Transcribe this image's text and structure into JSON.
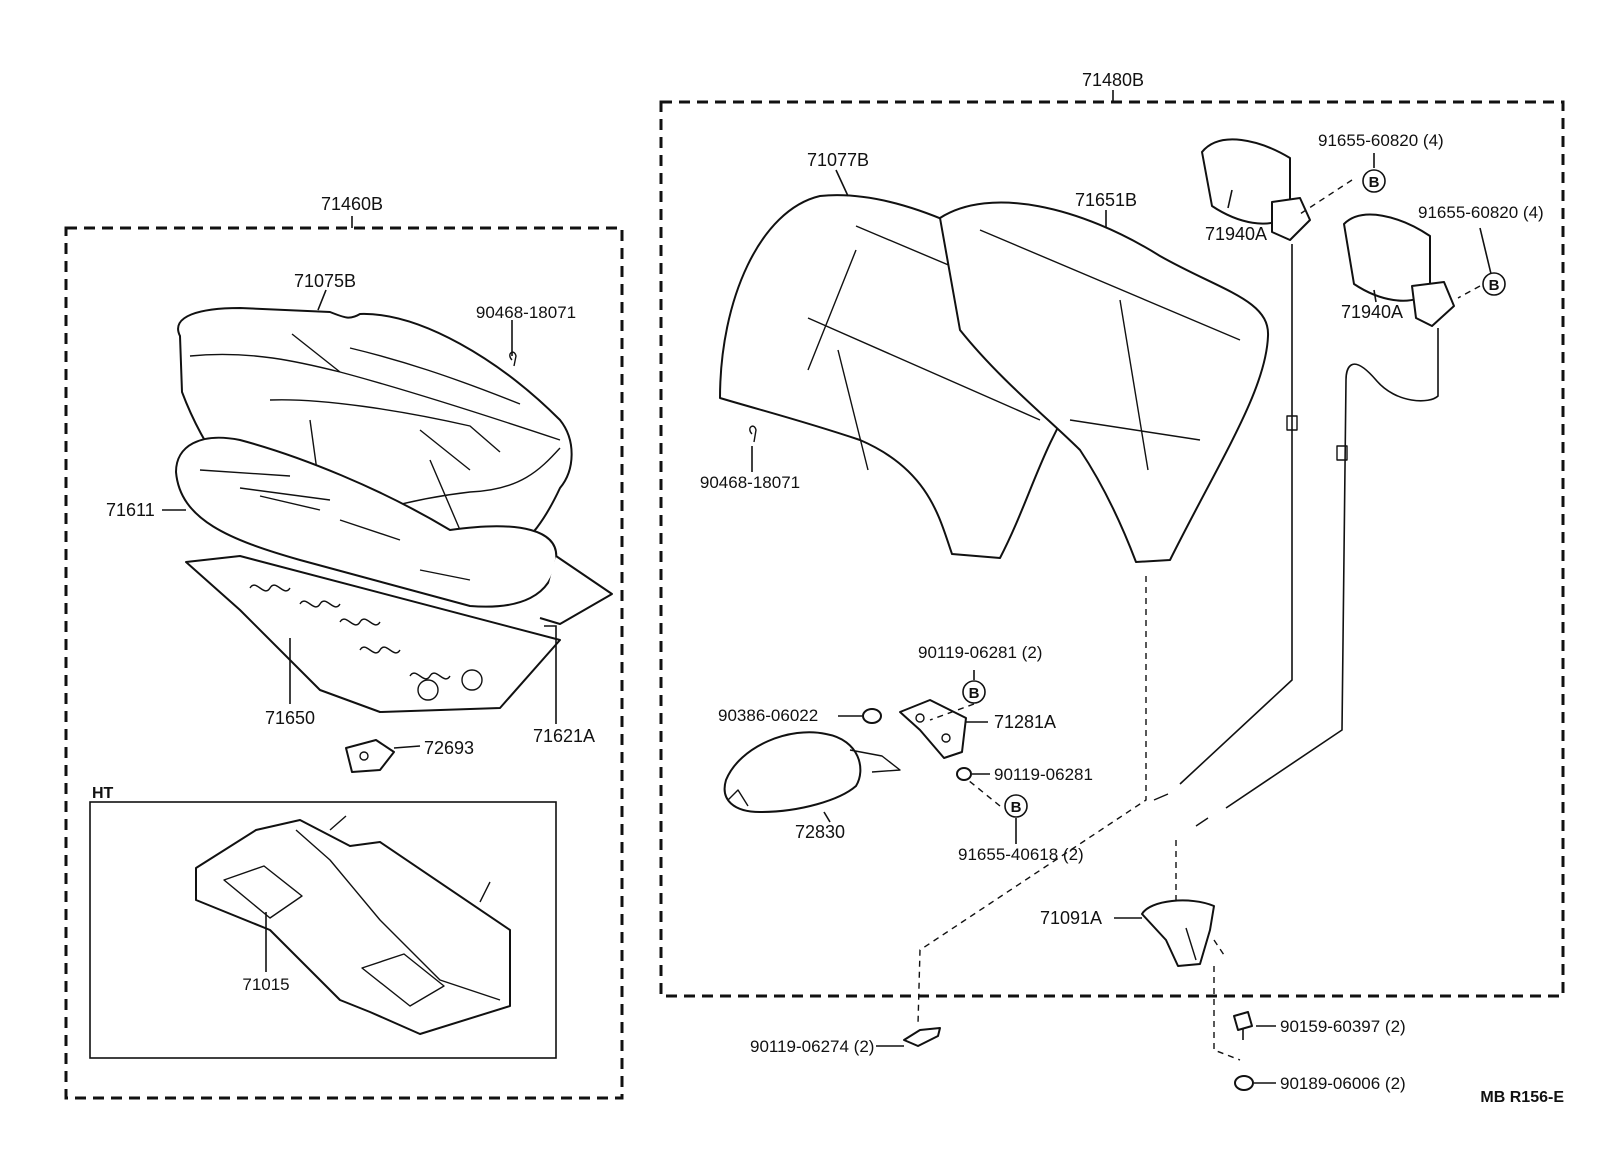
{
  "diagram": {
    "groups": {
      "cushion_assy": "71460B",
      "back_assy": "71480B",
      "ht_option": "HT"
    },
    "labels": {
      "cushion_cover": "71075B",
      "cushion_clip": "90468-18071",
      "cushion_pad": "71611",
      "cushion_spring": "71650",
      "cushion_sheet": "71621A",
      "cushion_hook": "72693",
      "ht_frame": "71015",
      "back_cover": "71077B",
      "back_pad": "71651B",
      "back_clip": "90468-18071",
      "headrest_left": "71940A",
      "headrest_right": "71940A",
      "screw_headrest_left": "91655-60820 (4)",
      "screw_headrest_right": "91655-60820 (4)",
      "armrest_screw_top": "90119-06281 (2)",
      "armrest_bushing": "90386-06022",
      "armrest_bracket": "71281A",
      "armrest_bolt": "90119-06281",
      "armrest": "72830",
      "armrest_screw_bottom": "91655-40618 (2)",
      "lock_hook": "71091A",
      "bolt_lower": "90119-06274 (2)",
      "bolt_lock": "90159-60397 (2)",
      "nut_lock": "90189-06006 (2)"
    },
    "ref_mark": "B",
    "code": "MB R156-E"
  }
}
